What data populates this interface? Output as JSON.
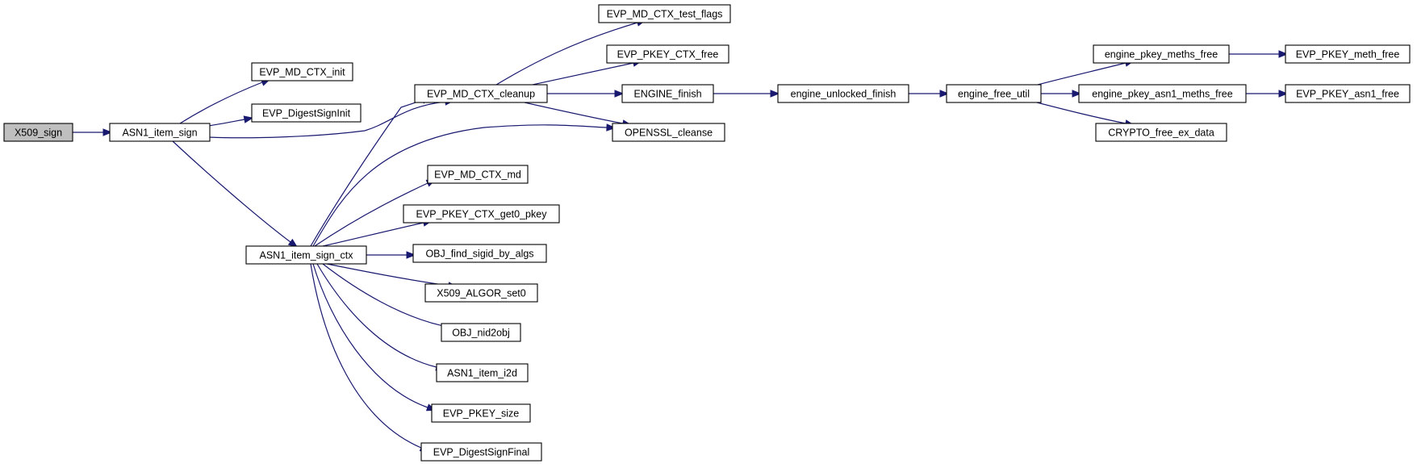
{
  "graph": {
    "colors": {
      "edge": "#191970",
      "node_fill": "#ffffff",
      "root_fill": "#bfbfbf",
      "border": "#000000"
    },
    "nodes": [
      {
        "id": "x509_sign",
        "label": "X509_sign",
        "root": true
      },
      {
        "id": "asn1_item_sign",
        "label": "ASN1_item_sign"
      },
      {
        "id": "evp_md_ctx_init",
        "label": "EVP_MD_CTX_init"
      },
      {
        "id": "evp_digestsigninit",
        "label": "EVP_DigestSignInit"
      },
      {
        "id": "asn1_item_sign_ctx",
        "label": "ASN1_item_sign_ctx"
      },
      {
        "id": "evp_md_ctx_cleanup",
        "label": "EVP_MD_CTX_cleanup"
      },
      {
        "id": "evp_md_ctx_test_flags",
        "label": "EVP_MD_CTX_test_flags"
      },
      {
        "id": "evp_pkey_ctx_free",
        "label": "EVP_PKEY_CTX_free"
      },
      {
        "id": "engine_finish",
        "label": "ENGINE_finish"
      },
      {
        "id": "openssl_cleanse",
        "label": "OPENSSL_cleanse"
      },
      {
        "id": "evp_md_ctx_md",
        "label": "EVP_MD_CTX_md"
      },
      {
        "id": "evp_pkey_ctx_get0_pkey",
        "label": "EVP_PKEY_CTX_get0_pkey"
      },
      {
        "id": "obj_find_sigid_by_algs",
        "label": "OBJ_find_sigid_by_algs"
      },
      {
        "id": "x509_algor_set0",
        "label": "X509_ALGOR_set0"
      },
      {
        "id": "obj_nid2obj",
        "label": "OBJ_nid2obj"
      },
      {
        "id": "asn1_item_i2d",
        "label": "ASN1_item_i2d"
      },
      {
        "id": "evp_pkey_size",
        "label": "EVP_PKEY_size"
      },
      {
        "id": "evp_digestsignfinal",
        "label": "EVP_DigestSignFinal"
      },
      {
        "id": "engine_unlocked_finish",
        "label": "engine_unlocked_finish"
      },
      {
        "id": "engine_free_util",
        "label": "engine_free_util"
      },
      {
        "id": "engine_pkey_meths_free",
        "label": "engine_pkey_meths_free"
      },
      {
        "id": "engine_pkey_asn1_meths_free",
        "label": "engine_pkey_asn1_meths_free"
      },
      {
        "id": "crypto_free_ex_data",
        "label": "CRYPTO_free_ex_data"
      },
      {
        "id": "evp_pkey_meth_free",
        "label": "EVP_PKEY_meth_free"
      },
      {
        "id": "evp_pkey_asn1_free",
        "label": "EVP_PKEY_asn1_free"
      }
    ],
    "edges": [
      {
        "from": "x509_sign",
        "to": "asn1_item_sign"
      },
      {
        "from": "asn1_item_sign",
        "to": "evp_md_ctx_init"
      },
      {
        "from": "asn1_item_sign",
        "to": "evp_digestsigninit"
      },
      {
        "from": "asn1_item_sign",
        "to": "evp_md_ctx_cleanup"
      },
      {
        "from": "asn1_item_sign",
        "to": "asn1_item_sign_ctx"
      },
      {
        "from": "asn1_item_sign_ctx",
        "to": "evp_md_ctx_cleanup"
      },
      {
        "from": "asn1_item_sign_ctx",
        "to": "openssl_cleanse"
      },
      {
        "from": "asn1_item_sign_ctx",
        "to": "evp_md_ctx_md"
      },
      {
        "from": "asn1_item_sign_ctx",
        "to": "evp_pkey_ctx_get0_pkey"
      },
      {
        "from": "asn1_item_sign_ctx",
        "to": "obj_find_sigid_by_algs"
      },
      {
        "from": "asn1_item_sign_ctx",
        "to": "x509_algor_set0"
      },
      {
        "from": "asn1_item_sign_ctx",
        "to": "obj_nid2obj"
      },
      {
        "from": "asn1_item_sign_ctx",
        "to": "asn1_item_i2d"
      },
      {
        "from": "asn1_item_sign_ctx",
        "to": "evp_pkey_size"
      },
      {
        "from": "asn1_item_sign_ctx",
        "to": "evp_digestsignfinal"
      },
      {
        "from": "evp_md_ctx_cleanup",
        "to": "evp_md_ctx_test_flags"
      },
      {
        "from": "evp_md_ctx_cleanup",
        "to": "evp_pkey_ctx_free"
      },
      {
        "from": "evp_md_ctx_cleanup",
        "to": "engine_finish"
      },
      {
        "from": "evp_md_ctx_cleanup",
        "to": "openssl_cleanse"
      },
      {
        "from": "engine_finish",
        "to": "engine_unlocked_finish"
      },
      {
        "from": "engine_unlocked_finish",
        "to": "engine_free_util"
      },
      {
        "from": "engine_free_util",
        "to": "engine_pkey_meths_free"
      },
      {
        "from": "engine_free_util",
        "to": "engine_pkey_asn1_meths_free"
      },
      {
        "from": "engine_free_util",
        "to": "crypto_free_ex_data"
      },
      {
        "from": "engine_pkey_meths_free",
        "to": "evp_pkey_meth_free"
      },
      {
        "from": "engine_pkey_asn1_meths_free",
        "to": "evp_pkey_asn1_free"
      }
    ]
  }
}
